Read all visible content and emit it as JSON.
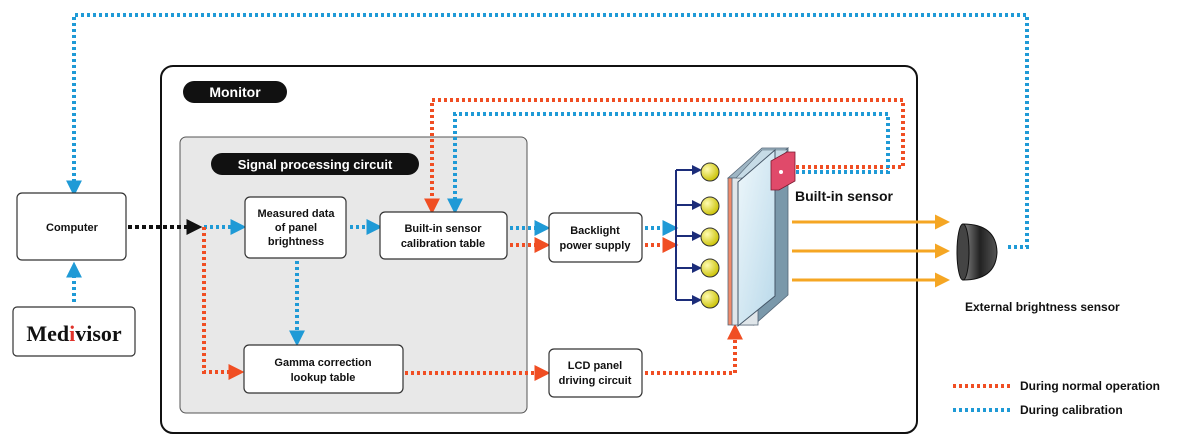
{
  "monitor_label": "Monitor",
  "signal_label": "Signal processing circuit",
  "boxes": {
    "computer": [
      "Computer"
    ],
    "measured": [
      "Measured data",
      "of panel",
      "brightness"
    ],
    "calibration": [
      "Built-in sensor",
      "calibration table"
    ],
    "backlight": [
      "Backlight",
      "power supply"
    ],
    "gamma": [
      "Gamma correction",
      "lookup table"
    ],
    "lcd": [
      "LCD panel",
      "driving circuit"
    ]
  },
  "medivisor": {
    "part1": "Med",
    "part2": "i",
    "part3": "visor"
  },
  "builtin_sensor_label": "Built-in sensor",
  "external_sensor_label": "External brightness sensor",
  "legend": [
    {
      "label": "During normal operation",
      "color": "#f04e23"
    },
    {
      "label": "During calibration",
      "color": "#1f9ad6"
    }
  ],
  "colors": {
    "normal": "#f04e23",
    "calibration": "#1f9ad6",
    "light": "#f5a623",
    "bulb": "#e8e000"
  }
}
